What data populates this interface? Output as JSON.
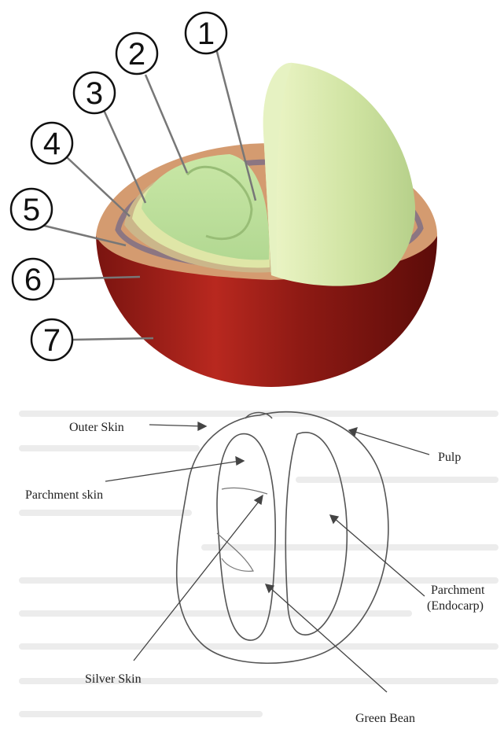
{
  "top_figure": {
    "callouts": [
      "1",
      "2",
      "3",
      "4",
      "5",
      "6",
      "7"
    ]
  },
  "bottom_figure": {
    "labels": {
      "outer_skin": "Outer Skin",
      "pulp": "Pulp",
      "parchment_skin": "Parchment skin",
      "parchment_1": "Parchment",
      "parchment_2": "(Endocarp)",
      "silver_skin": "Silver  Skin",
      "green_bean": "Green Bean"
    }
  },
  "colors": {
    "bean": "#c6e39e",
    "bean_dark": "#a9cb83",
    "pulp": "#d39a6e",
    "parchment": "#8f7b86",
    "skin": "#a5211b",
    "skin_dark": "#6d0f0c"
  }
}
